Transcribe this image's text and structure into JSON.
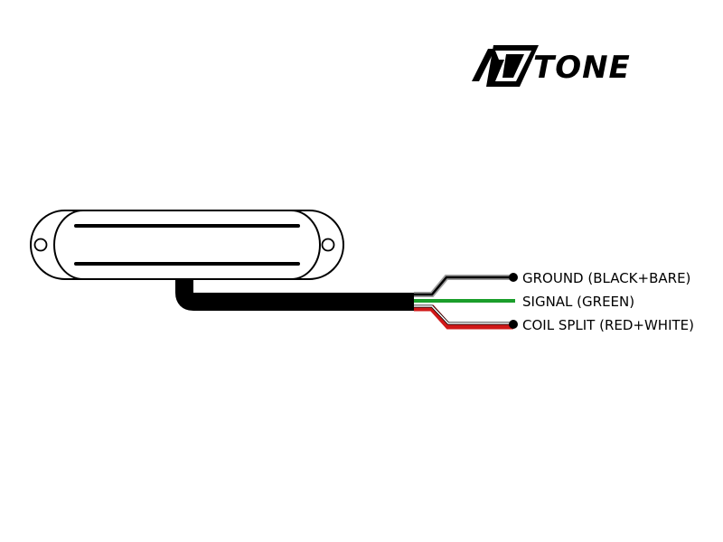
{
  "brand": {
    "name": "TONE",
    "logo_mark": "V"
  },
  "wires": [
    {
      "label": "GROUND (BLACK+BARE)",
      "colors": [
        "#000000",
        "#9e9e9e"
      ]
    },
    {
      "label": "SIGNAL (GREEN)",
      "colors": [
        "#1a9e2a"
      ]
    },
    {
      "label": "COIL SPLIT (RED+WHITE)",
      "colors": [
        "#d01818",
        "#ffffff"
      ]
    }
  ],
  "colors": {
    "cable": "#000000",
    "ground_bare": "#9e9e9e",
    "signal": "#1a9e2a",
    "split_red": "#d01818",
    "split_white": "#ffffff"
  }
}
